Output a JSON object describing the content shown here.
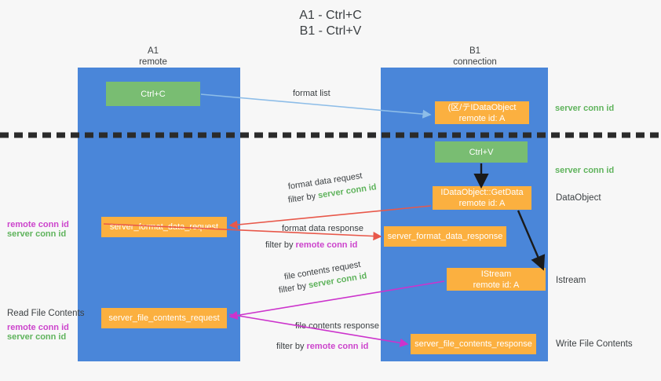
{
  "title": "A1 - Ctrl+C\nB1 - Ctrl+V",
  "columns": [
    {
      "name": "A1",
      "sub": "remote",
      "header": "A1\nremote"
    },
    {
      "name": "B1",
      "sub": "connection",
      "header": "B1\nconnection"
    }
  ],
  "boxes": {
    "ctrl_c": "Ctrl+C",
    "ctrl_v": "Ctrl+V",
    "ole_idataobject": "(区/テIDataObject\nremote id: A",
    "idataobject_getdata": "IDataObject::GetData\nremote id: A",
    "istream": "IStream\nremote id: A",
    "server_format_data_request": "server_format_data_request",
    "server_format_data_response": "server_format_data_response",
    "server_file_contents_request": "server_file_contents_request",
    "server_file_contents_response": "server_file_contents_response"
  },
  "edges": {
    "format_list": "format list",
    "format_data_request": "format data request",
    "format_data_request_filter_prefix": "filter by ",
    "format_data_request_filter_value": "server conn id",
    "format_data_response": "format data response",
    "format_data_response_filter_prefix": "filter by ",
    "format_data_response_filter_value": "remote conn id",
    "file_contents_request": "file contents request",
    "file_contents_request_filter_prefix": "filter by ",
    "file_contents_request_filter_value": "server conn id",
    "file_contents_response": "file contents response",
    "file_contents_response_filter_prefix": "filter by ",
    "file_contents_response_filter_value": "remote conn id"
  },
  "right_labels": {
    "server_conn_id_top": "server conn id",
    "server_conn_id_second": "server conn id",
    "dataobject": "DataObject",
    "istream": "Istream",
    "write_file_contents": "Write File Contents"
  },
  "left_labels": {
    "remote_conn_id_1": "remote conn id",
    "server_conn_id_1": "server conn id",
    "read_file_contents": "Read File Contents",
    "remote_conn_id_2": "remote conn id",
    "server_conn_id_2": "server conn id"
  },
  "colors": {
    "lane": "#4a86d9",
    "green_box": "#79bd72",
    "orange_box": "#fbb040",
    "green_text": "#5fb35c",
    "magenta_text": "#cc44cc",
    "light_blue_arrow": "#8dbde8",
    "red_arrow": "#e8584a",
    "magenta_arrow": "#cc33cc",
    "black_arrow": "#1a1a1a",
    "background": "#f7f7f7"
  }
}
